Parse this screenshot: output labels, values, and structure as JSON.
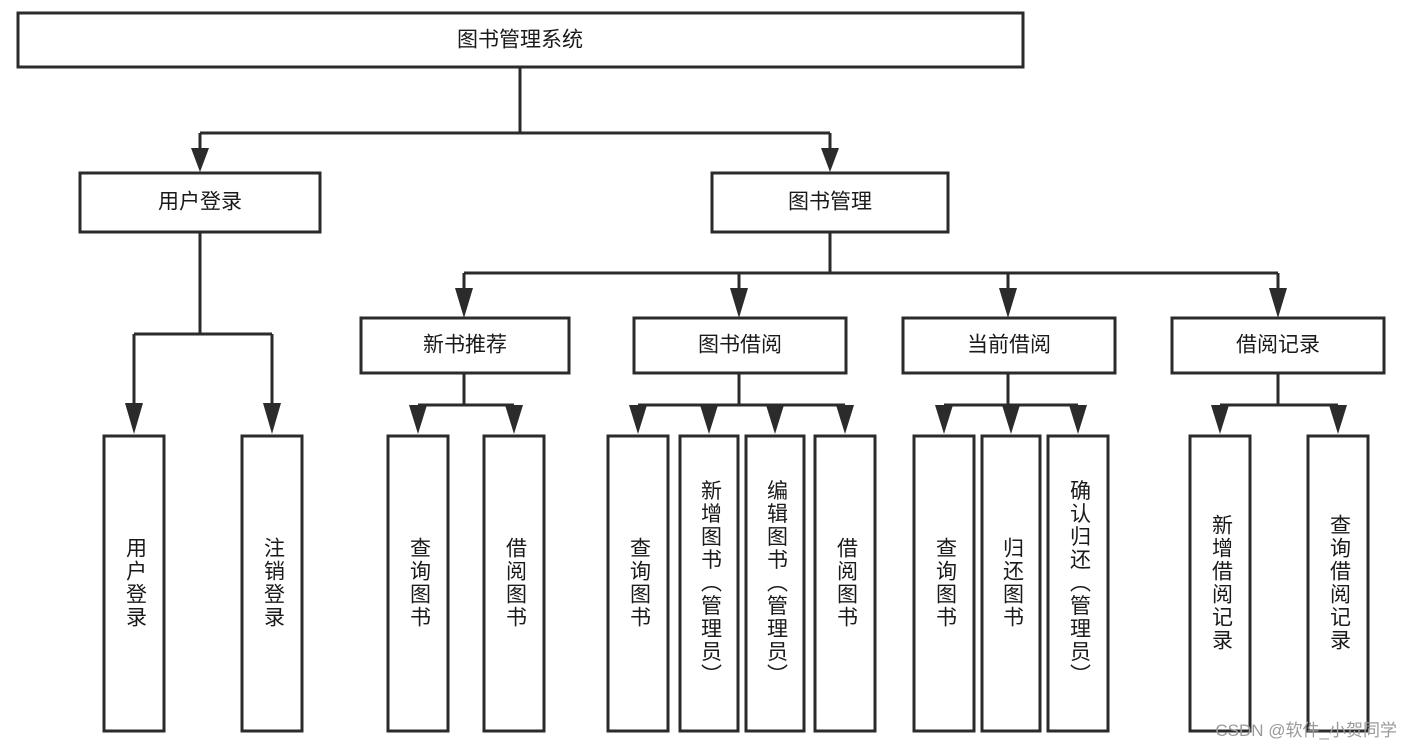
{
  "diagram": {
    "type": "tree-hierarchy",
    "title": "图书管理系统",
    "root": {
      "id": "root",
      "label": "图书管理系统",
      "level": 0
    },
    "level1": [
      {
        "id": "user-login",
        "label": "用户登录"
      },
      {
        "id": "book-management",
        "label": "图书管理"
      }
    ],
    "level2": [
      {
        "id": "new-book-recommend",
        "label": "新书推荐",
        "parent": "book-management"
      },
      {
        "id": "book-borrow",
        "label": "图书借阅",
        "parent": "book-management"
      },
      {
        "id": "current-borrow",
        "label": "当前借阅",
        "parent": "book-management"
      },
      {
        "id": "borrow-record",
        "label": "借阅记录",
        "parent": "book-management"
      }
    ],
    "leaves": [
      {
        "id": "leaf-user-login",
        "label": "用户登录",
        "parent": "user-login"
      },
      {
        "id": "leaf-logout-login",
        "label": "注销登录",
        "parent": "user-login"
      },
      {
        "id": "leaf-query-book-1",
        "label": "查询图书",
        "parent": "new-book-recommend"
      },
      {
        "id": "leaf-borrow-book-1",
        "label": "借阅图书",
        "parent": "new-book-recommend"
      },
      {
        "id": "leaf-query-book-2",
        "label": "查询图书",
        "parent": "book-borrow"
      },
      {
        "id": "leaf-add-book",
        "label": "新增图书（管理员）",
        "parent": "book-borrow"
      },
      {
        "id": "leaf-edit-book",
        "label": "编辑图书（管理员）",
        "parent": "book-borrow"
      },
      {
        "id": "leaf-borrow-book-2",
        "label": "借阅图书",
        "parent": "book-borrow"
      },
      {
        "id": "leaf-query-book-3",
        "label": "查询图书",
        "parent": "current-borrow"
      },
      {
        "id": "leaf-return-book",
        "label": "归还图书",
        "parent": "current-borrow"
      },
      {
        "id": "leaf-confirm-return",
        "label": "确认归还（管理员）",
        "parent": "current-borrow"
      },
      {
        "id": "leaf-add-record",
        "label": "新增借阅记录",
        "parent": "borrow-record"
      },
      {
        "id": "leaf-query-record",
        "label": "查询借阅记录",
        "parent": "borrow-record"
      }
    ],
    "colors": {
      "box_stroke": "#2b2b2b",
      "box_fill": "#ffffff",
      "text": "#1a1a1a",
      "background": "#ffffff",
      "watermark": "#9a9a9a"
    }
  },
  "watermark": {
    "label": "CSDN @软件_小贺同学"
  }
}
